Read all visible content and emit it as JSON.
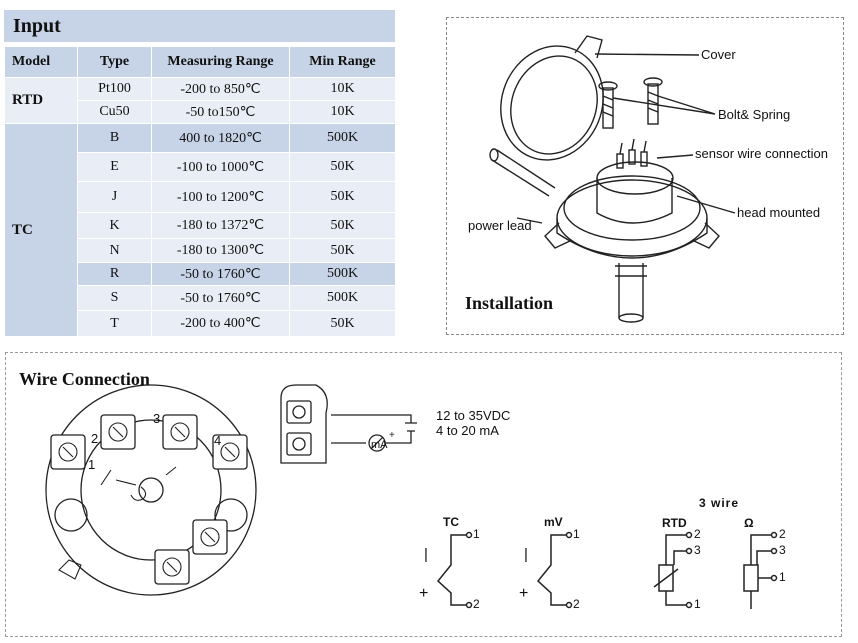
{
  "input": {
    "title": "Input",
    "headers": [
      "Model",
      "Type",
      "Measuring Range",
      "Min Range"
    ],
    "rtd": {
      "model": "RTD",
      "rows": [
        {
          "type": "Pt100",
          "range": "-200 to 850℃",
          "min": "10K"
        },
        {
          "type": "Cu50",
          "range": "-50 to150℃",
          "min": "10K"
        }
      ]
    },
    "tc": {
      "model": "TC",
      "rows": [
        {
          "type": "B",
          "range": "400 to 1820℃",
          "min": "500K"
        },
        {
          "type": "E",
          "range": "-100 to 1000℃",
          "min": "50K"
        },
        {
          "type": "J",
          "range": "-100 to 1200℃",
          "min": "50K"
        },
        {
          "type": "K",
          "range": "-180 to 1372℃",
          "min": "50K"
        },
        {
          "type": "N",
          "range": "-180 to 1300℃",
          "min": "50K"
        },
        {
          "type": "R",
          "range": "-50 to 1760℃",
          "min": "500K"
        },
        {
          "type": "S",
          "range": "-50 to 1760℃",
          "min": "500K"
        },
        {
          "type": "T",
          "range": "-200 to 400℃",
          "min": "50K"
        }
      ]
    }
  },
  "installation": {
    "title": "Installation",
    "labels": {
      "cover": "Cover",
      "bolt": "Bolt& Spring",
      "sensor": "sensor wire connection",
      "head": "head mounted",
      "power": "power lead"
    }
  },
  "wiring": {
    "title": "Wire Connection",
    "terminals": [
      "1",
      "2",
      "3",
      "4"
    ],
    "supply_voltage": "12 to 35VDC",
    "supply_current": "4 to 20 mA",
    "meter_unit": "mA",
    "three_wire": "3 wire",
    "diagrams": {
      "tc": {
        "label": "TC",
        "top": "1",
        "bottom": "2",
        "minus": "|",
        "plus": "+"
      },
      "mv": {
        "label": "mV",
        "top": "1",
        "bottom": "2",
        "minus": "|",
        "plus": "+"
      },
      "rtd": {
        "label": "RTD",
        "t1": "2",
        "t2": "3",
        "t3": "1"
      },
      "ohm": {
        "label": "Ω",
        "t1": "2",
        "t2": "3",
        "t3": "1"
      }
    }
  }
}
